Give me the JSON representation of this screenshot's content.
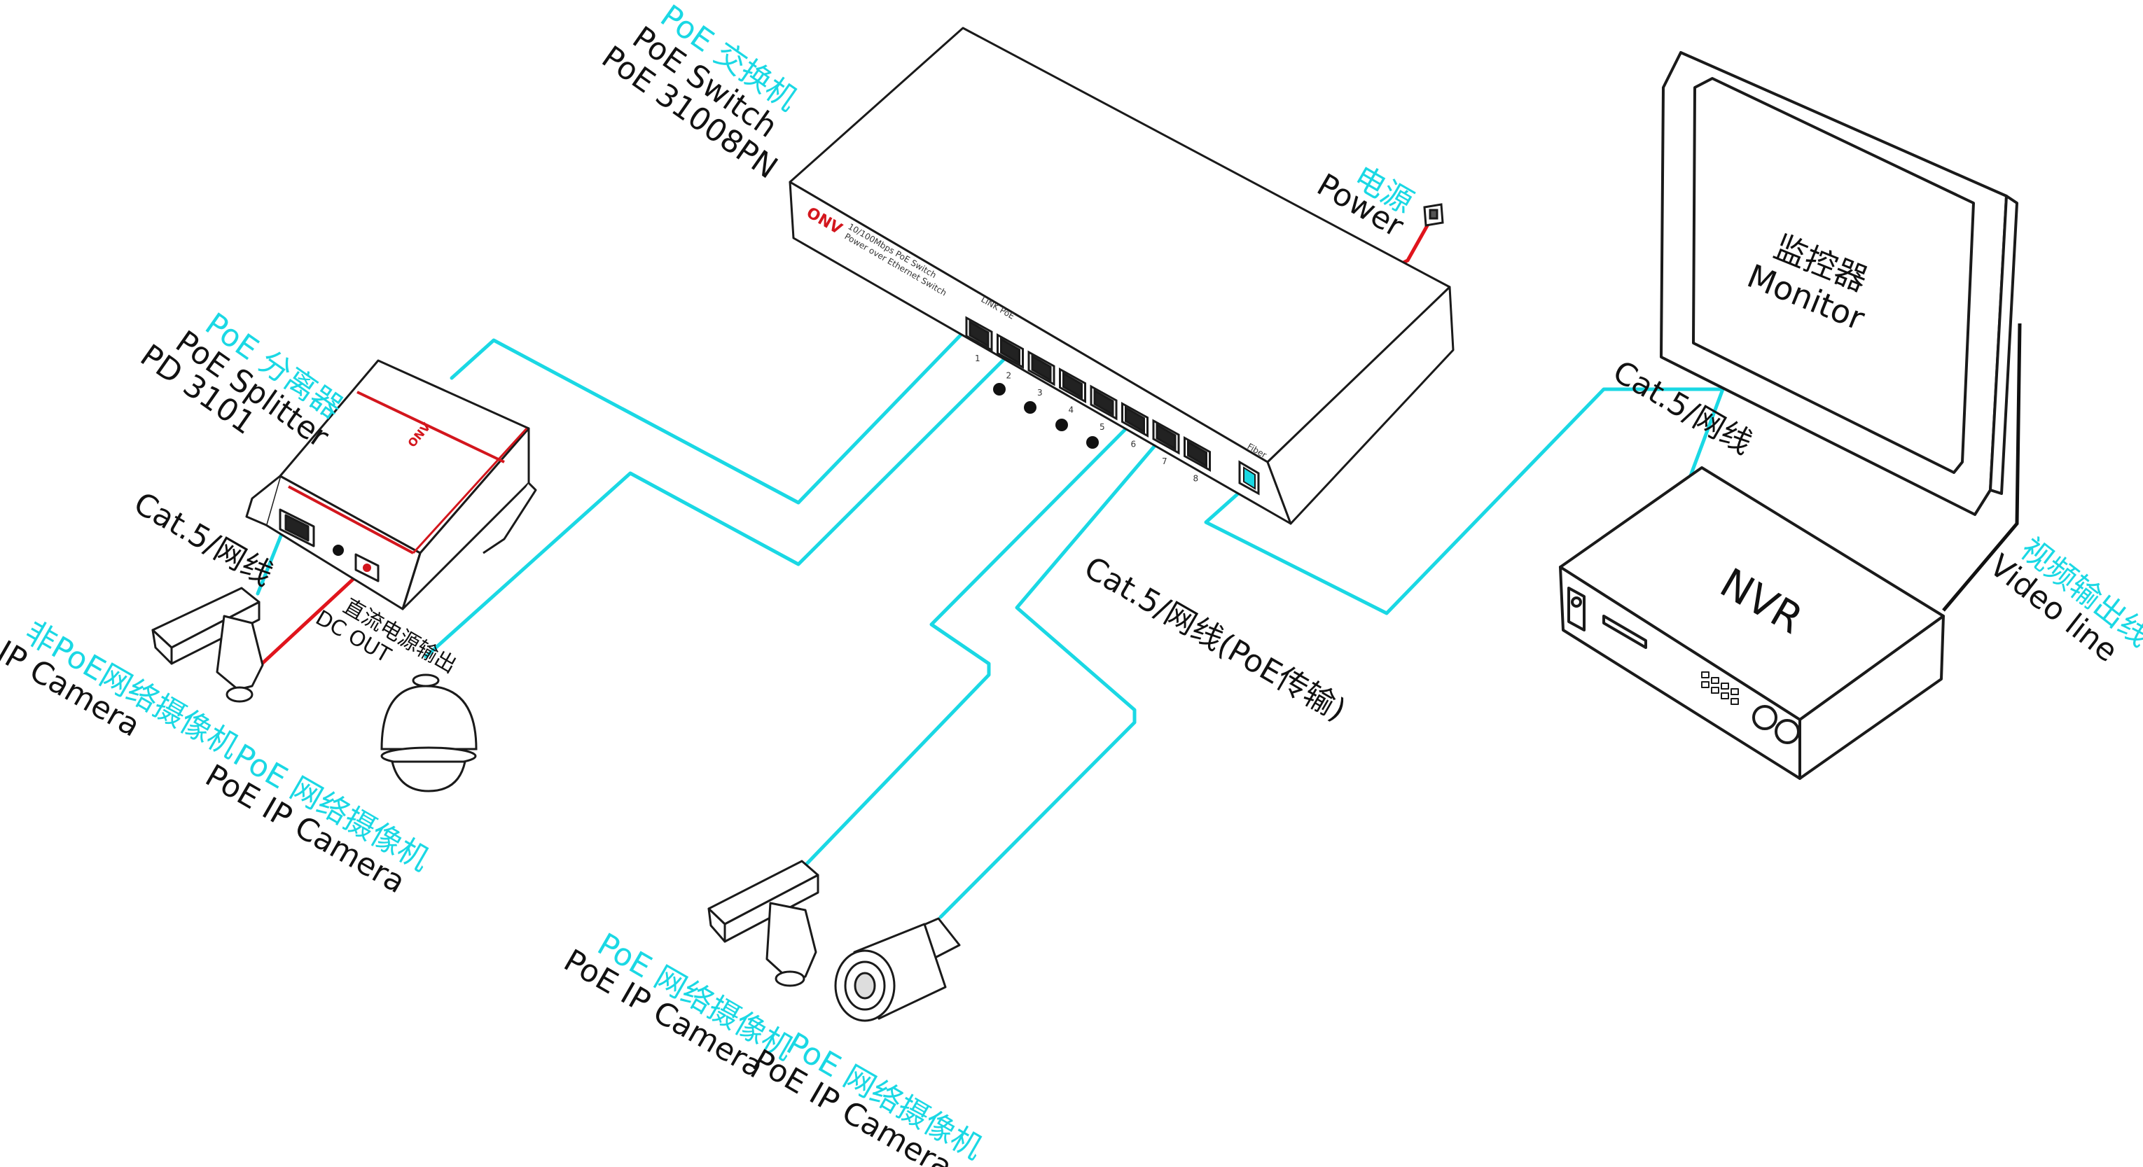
{
  "switch": {
    "label_cn": "PoE 交换机",
    "label_en": "PoE  Switch",
    "model": "PoE 31008PN",
    "brand": "ONV",
    "front_text_1": "10/100Mbps PoE Switch",
    "front_text_2": "Power over Ethernet Switch",
    "link_poe_text": "LINK  PoE",
    "fiber_text": "Fiber",
    "port_numbers": [
      "1",
      "2",
      "3",
      "4",
      "5",
      "6",
      "7",
      "8"
    ]
  },
  "power": {
    "label_cn": "电源",
    "label_en": "Power"
  },
  "splitter": {
    "label_cn": "PoE 分离器",
    "label_en": "PoE Splitter",
    "model": "PD 3101",
    "brand": "ONV"
  },
  "cable_left": {
    "label": "Cat.5/网线"
  },
  "cable_center": {
    "label": "Cat.5/网线(PoE传输)"
  },
  "cable_right": {
    "label": "Cat.5/网线"
  },
  "dc_out": {
    "label_cn": "直流电源输出",
    "label_en": "DC OUT"
  },
  "nonpoe_camera": {
    "label_cn": "非PoE网络摄像机",
    "label_en": "IP Camera"
  },
  "poe_camera_dome": {
    "label_cn": "PoE 网络摄像机",
    "label_en": "PoE IP Camera"
  },
  "poe_camera_box": {
    "label_cn": "PoE 网络摄像机",
    "label_en": "PoE IP Camera"
  },
  "poe_camera_bullet": {
    "label_cn": "PoE 网络摄像机",
    "label_en": "PoE IP Camera"
  },
  "monitor": {
    "label_cn": "监控器",
    "label_en": "Monitor"
  },
  "nvr": {
    "label": "NVR"
  },
  "video_line": {
    "label_cn": "视频输出线",
    "label_en": "Video line"
  },
  "colors": {
    "cable": "#1ad8e4",
    "power_cable": "#e0141c",
    "label_cn": "#1ad8e4",
    "label_en": "#111111",
    "outline": "#1a1a1a"
  }
}
